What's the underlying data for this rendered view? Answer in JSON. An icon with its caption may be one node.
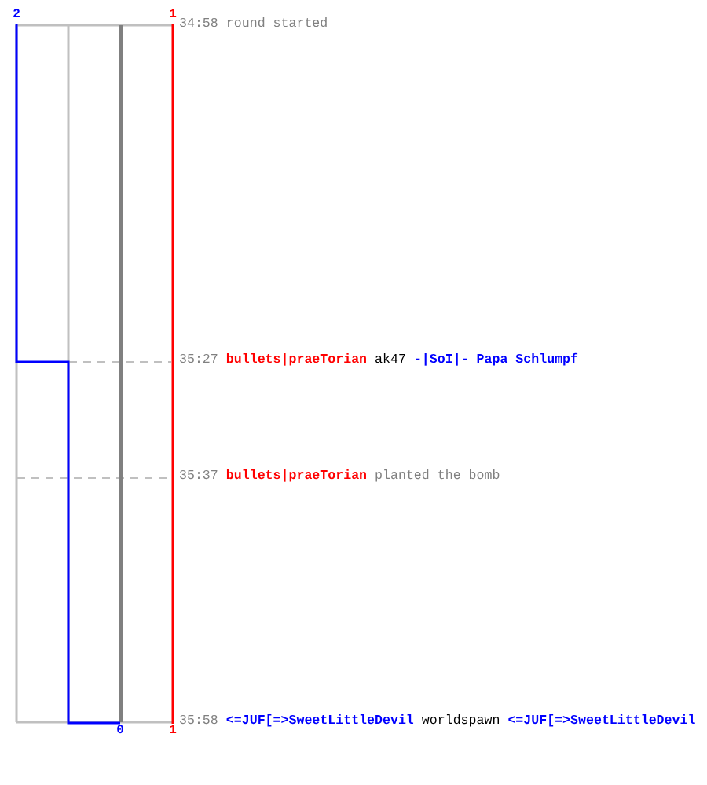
{
  "diagram": {
    "labels": [
      "2",
      "1",
      "34:58",
      "round started",
      "35:27",
      "bullets|praeTorian",
      "ak47",
      "-|SoI|- Papa Schlumpf",
      "35:37",
      "bullets|praeTorian",
      "planted the bomb",
      "0",
      "1",
      "35:58",
      "<=JUF[=>SweetLittleDevil",
      "worldspawn",
      "<=JUF[=>SweetLittleDevil"
    ]
  }
}
